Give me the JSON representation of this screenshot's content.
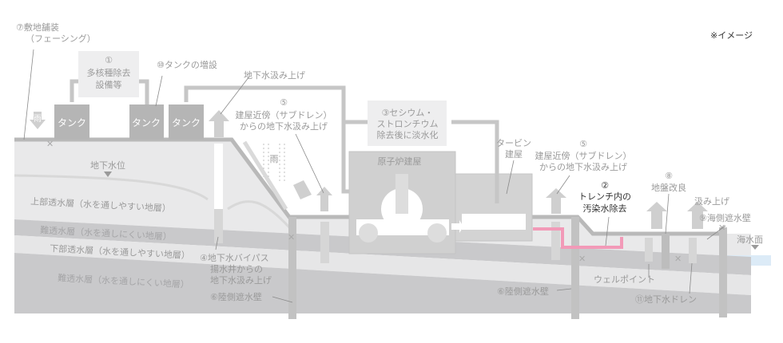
{
  "note": "※イメージ",
  "labels": {
    "paving_1": "⑦敷地舗装",
    "paving_2": "（フェーシング）",
    "alps_num": "①",
    "alps_1": "多核種除去",
    "alps_2": "設備等",
    "tank_add": "⑩タンクの増設",
    "pump_up": "地下水汲み上げ",
    "subdrain_left_num": "⑤",
    "subdrain_left_1": "建屋近傍（サブドレン）",
    "subdrain_left_2": "からの地下水汲み上げ",
    "cesium_1": "③セシウム・",
    "cesium_2": "ストロンチウム",
    "cesium_3": "除去後に淡水化",
    "turbine_1": "タービン",
    "turbine_2": "建屋",
    "subdrain_right_num": "⑤",
    "subdrain_right_1": "建屋近傍（サブドレン）",
    "subdrain_right_2": "からの地下水汲み上げ",
    "reactor": "原子炉建屋",
    "trench_num": "②",
    "trench_1": "トレンチ内の",
    "trench_2": "汚染水除去",
    "ground_improve_num": "⑧",
    "ground_improve": "地盤改良",
    "pump_up_right": "汲み上げ",
    "sea_wall": "⑨海側遮水壁",
    "sea_level": "海水面",
    "rain": "雨",
    "rain2": "雨",
    "groundwater_level": "地下水位",
    "upper_perm": "上部透水層（水を通しやすい地層）",
    "low_perm_1": "難透水層（水を通しにくい地層）",
    "lower_perm": "下部透水層（水を通しやすい地層）",
    "low_perm_2": "難透水層（水を通しにくい地層）",
    "bypass_1": "④地下水バイパス",
    "bypass_2": "揚水井からの",
    "bypass_3": "地下水汲み上げ",
    "land_wall_left": "⑥陸側遮水壁",
    "land_wall_right": "⑥陸側遮水壁",
    "well_point": "ウェルポイント",
    "gw_drain": "⑪地下水ドレン"
  },
  "tanks": [
    "タンク",
    "タンク",
    "タンク"
  ],
  "colors": {
    "trench": "#f29ab8",
    "sea": "#dcebf7",
    "ground": "#e9e9ea",
    "layer_dark": "#c9c9cb"
  }
}
